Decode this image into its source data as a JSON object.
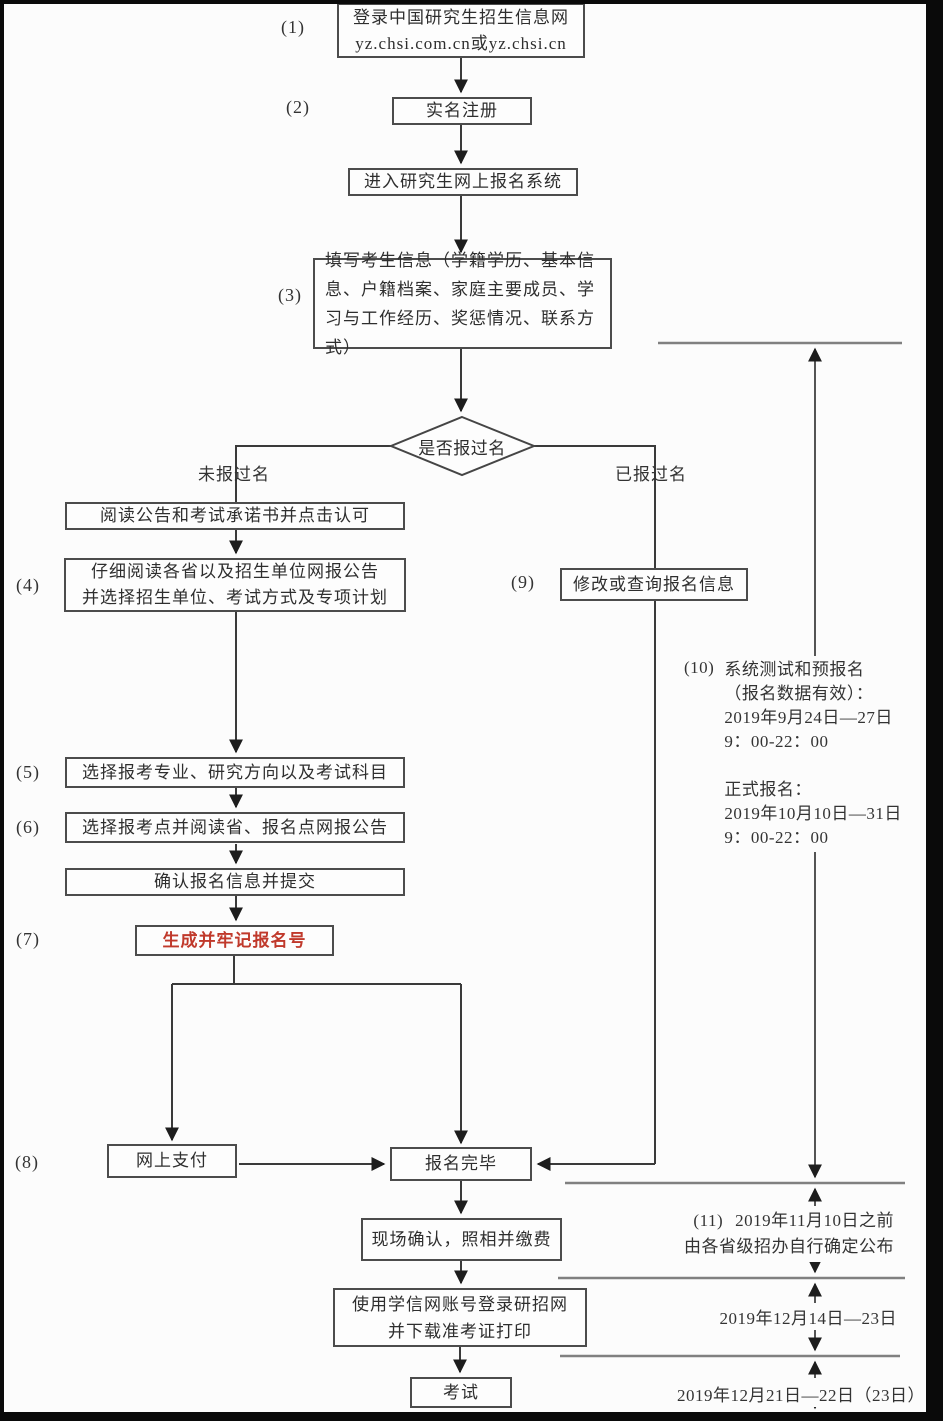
{
  "steps": {
    "s1": {
      "label": "(1)",
      "line1": "登录中国研究生招生信息网",
      "line2": "yz.chsi.com.cn或yz.chsi.cn"
    },
    "s2": {
      "label": "(2)",
      "text": "实名注册"
    },
    "enter": {
      "text": "进入研究生网上报名系统"
    },
    "s3": {
      "label": "(3)",
      "text": "填写考生信息（学籍学历、基本信息、户籍档案、家庭主要成员、学习与工作经历、奖惩情况、联系方式）"
    },
    "decision": {
      "text": "是否报过名",
      "no_label": "未报过名",
      "yes_label": "已报过名"
    },
    "read": {
      "text": "阅读公告和考试承诺书并点击认可"
    },
    "s4": {
      "label": "(4)",
      "line1": "仔细阅读各省以及招生单位网报公告",
      "line2": "并选择招生单位、考试方式及专项计划"
    },
    "s9": {
      "label": "(9)",
      "text": "修改或查询报名信息"
    },
    "s5": {
      "label": "(5)",
      "text": "选择报考专业、研究方向以及考试科目"
    },
    "s6": {
      "label": "(6)",
      "text": "选择报考点并阅读省、报名点网报公告"
    },
    "confirm": {
      "text": "确认报名信息并提交"
    },
    "s7": {
      "label": "(7)",
      "text": "生成并牢记报名号"
    },
    "s8": {
      "label": "(8)"
    },
    "pay": {
      "text": "网上支付"
    },
    "complete": {
      "text": "报名完毕"
    },
    "onsite": {
      "text": "现场确认，照相并缴费"
    },
    "download": {
      "line1": "使用学信网账号登录研招网",
      "line2": "并下载准考证打印"
    },
    "exam": {
      "text": "考试"
    }
  },
  "notes": {
    "n10": {
      "label": "(10)",
      "lines": [
        "系统测试和预报名",
        "（报名数据有效）：",
        "2019年9月24日—27日",
        "9：00-22：00",
        "",
        "正式报名：",
        "2019年10月10日—31日",
        "9：00-22：00"
      ]
    },
    "n11": {
      "label": "(11)",
      "line1": "2019年11月10日之前",
      "line2": "由各省级招办自行确定公布"
    },
    "dec14": "2019年12月14日—23日",
    "dec21": "2019年12月21日—22日（23日）"
  },
  "colors": {
    "accent_red": "#c0392b",
    "line": "#3a3a3a",
    "timeline": "#808080",
    "border": "#4c4c4c"
  }
}
